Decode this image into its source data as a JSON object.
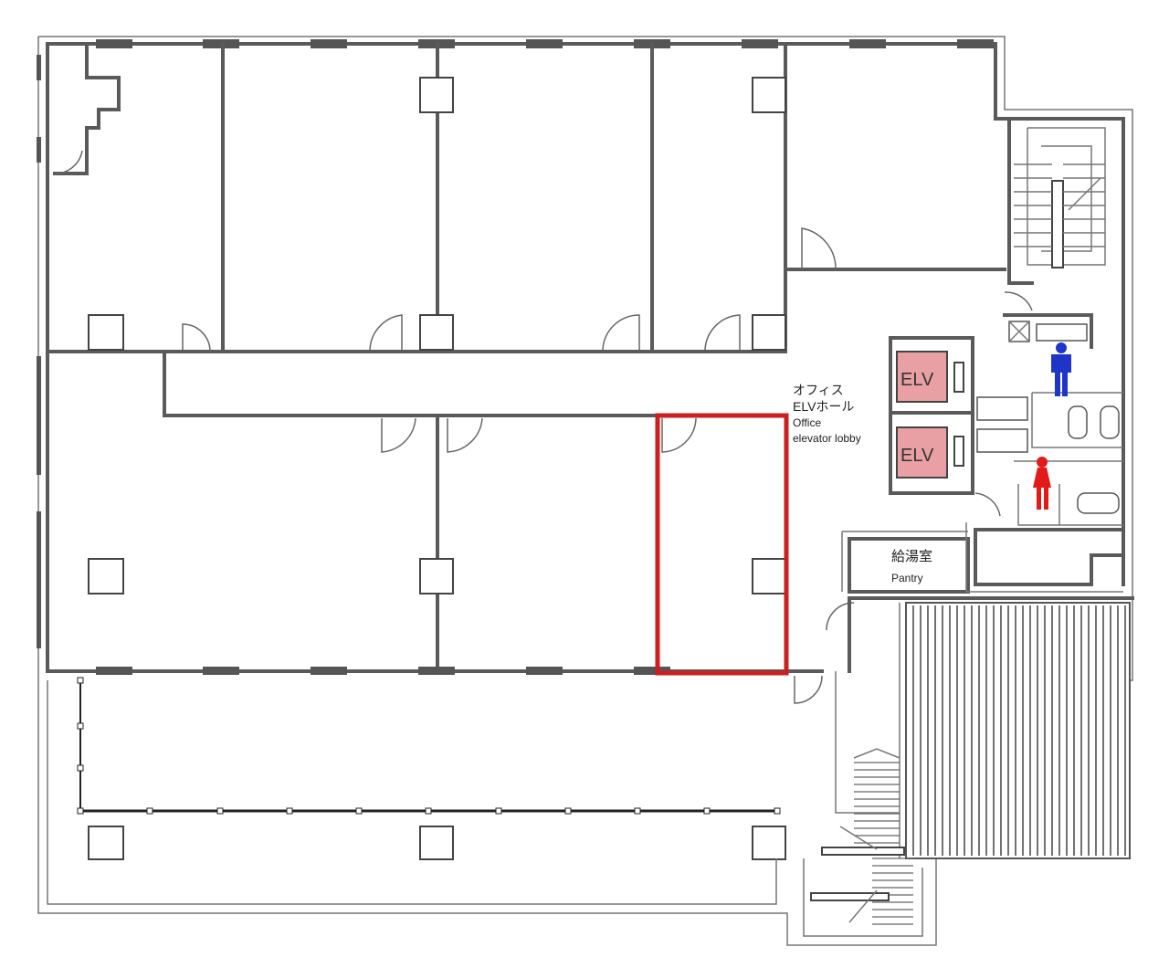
{
  "labels": {
    "lobby_jp_1": "オフィス",
    "lobby_jp_2": "ELVホール",
    "lobby_en_1": "Office",
    "lobby_en_2": "elevator lobby",
    "elv_1": "ELV",
    "elv_2": "ELV",
    "pantry_jp": "給湯室",
    "pantry_en": "Pantry"
  },
  "colors": {
    "highlight": "#cc1f1f",
    "elevator_fill": "#e8a0a4",
    "male_icon": "#1f35c8",
    "female_icon": "#e21a1a",
    "wall": "#5a5a5a"
  },
  "icons": {
    "male": "male-restroom-icon",
    "female": "female-restroom-icon"
  }
}
